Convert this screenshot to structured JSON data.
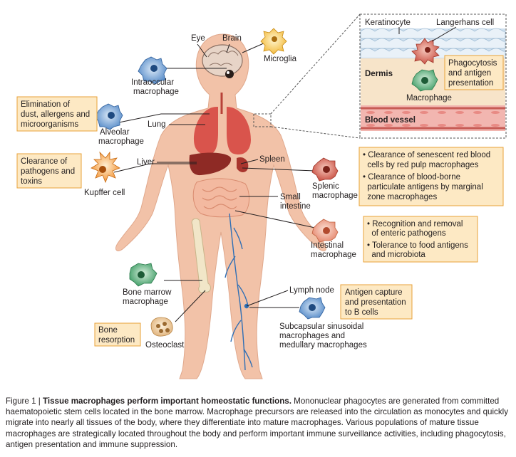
{
  "labels": {
    "eye": "Eye",
    "brain": "Brain",
    "microglia": "Microglia",
    "intraocular_1": "Intraoccular",
    "intraocular_2": "macrophage",
    "lung": "Lung",
    "alveolar_1": "Alveolar",
    "alveolar_2": "macrophage",
    "liver": "Liver",
    "kupffer": "Kupffer cell",
    "spleen": "Spleen",
    "splenic_1": "Splenic",
    "splenic_2": "macrophage",
    "small_int_1": "Small",
    "small_int_2": "intestine",
    "intestinal_1": "Intestinal",
    "intestinal_2": "macrophage",
    "bm_1": "Bone marrow",
    "bm_2": "macrophage",
    "osteoclast": "Osteoclast",
    "lymph_node": "Lymph node",
    "subcap_1": "Subcapsular sinusoidal",
    "subcap_2": "macrophages and",
    "subcap_3": "medullary macrophages"
  },
  "boxes": {
    "elimination": [
      "Elimination of",
      "dust, allergens and",
      "microorganisms"
    ],
    "clearance_pathogens": [
      "Clearance of",
      "pathogens and",
      "toxins"
    ],
    "bone_resorption": [
      "Bone",
      "resorption"
    ],
    "splenic_functions": [
      "• Clearance of senescent red blood",
      "  cells by red pulp macrophages",
      "• Clearance of blood-borne",
      "  particulate antigens by marginal",
      "  zone macrophages"
    ],
    "intestinal_functions": [
      "• Recognition and removal",
      "  of enteric pathogens",
      "• Tolerance to food antigens",
      "  and microbiota"
    ],
    "antigen_capture": [
      "Antigen capture",
      "and presentation",
      "to B cells"
    ],
    "phagocytosis": [
      "Phagocytosis",
      "and antigen",
      "presentation"
    ]
  },
  "inset": {
    "keratinocyte": "Keratinocyte",
    "langerhans": "Langerhans cell",
    "dermis": "Dermis",
    "macrophage": "Macrophage",
    "blood_vessel": "Blood vessel"
  },
  "caption": {
    "prefix": "Figure 1 | ",
    "title": "Tissue macrophages perform important homeostatic functions.",
    "body": " Mononuclear phagocytes are generated from committed haematopoietic stem cells located in the bone marrow. Macrophage precursors are released into the circulation as monocytes and quickly migrate into nearly all tissues of the body, where they differentiate into mature macrophages. Various populations of mature tissue macrophages are strategically located throughout the body and perform important immune surveillance activities, including phagocytosis, antigen presentation and immune suppression."
  },
  "colors": {
    "skin": "#f2c2a8",
    "box_fill": "#fde9c4",
    "box_border": "#e8a23a",
    "lung": "#d9544c",
    "liver": "#8e2a25",
    "vessel": "#2f6fb5"
  }
}
